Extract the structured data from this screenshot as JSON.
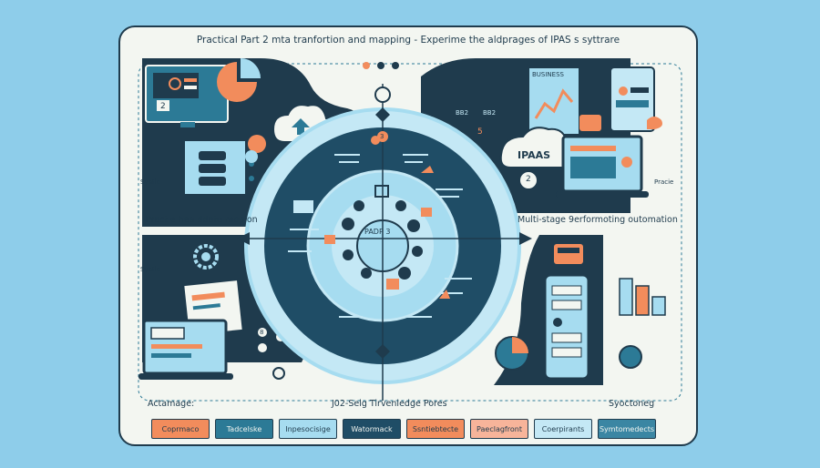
{
  "title": "Practical Part 2 mta tranfortion and mapping - Experime the aldprages of IPAS s syttrare",
  "labels": {
    "left_mid": "Practie hea ddatu mopion",
    "right_mid": "Multi-stage 9erformoting outomation",
    "bottom_left": "Actamage:",
    "bottom_center": "J02-Selg Tirvenledge Pores",
    "bottom_right": "Syoctoneg",
    "center_hub": "PADP 3",
    "ipaas": "IPAAS",
    "business": "BUSINESS",
    "side_left_top": "Syatle",
    "side_left_bottom": "Syatle",
    "side_right_top": "Pracie",
    "b1": "BB2",
    "b2": "BB2",
    "num_2_left": "2",
    "num_2_right": "2",
    "num_5": "5",
    "num_3": "3",
    "num_8": "8"
  },
  "tags": [
    {
      "label": "Coprmaco",
      "fill": "#f28c5c"
    },
    {
      "label": "Tadcelske",
      "fill": "#2c7a96"
    },
    {
      "label": "Inpesocisige",
      "fill": "#a6dcf0"
    },
    {
      "label": "Watormack",
      "fill": "#1f4d66"
    },
    {
      "label": "Ssntiebtecte",
      "fill": "#f28c5c"
    },
    {
      "label": "Paeclagfront",
      "fill": "#f7b49a"
    },
    {
      "label": "Coerpirants",
      "fill": "#c4e8f5"
    },
    {
      "label": "Symtomedects",
      "fill": "#3b86a3"
    }
  ],
  "colors": {
    "navy": "#1f3b4d",
    "teal": "#2c7a96",
    "light_blue": "#a6dcf0",
    "orange": "#f28c5c",
    "background": "#8ecdea"
  }
}
